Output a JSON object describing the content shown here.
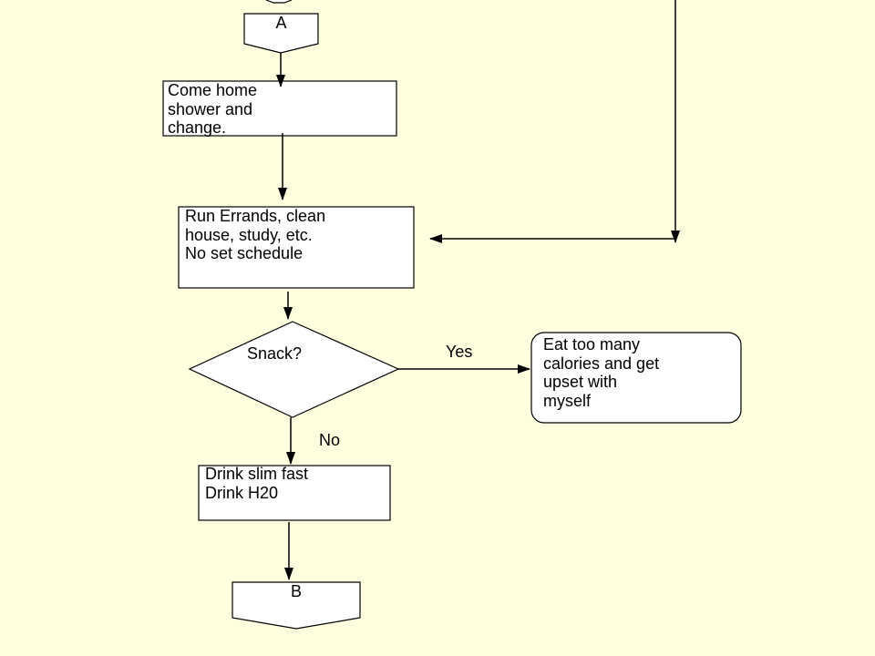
{
  "colors": {
    "background": "#ffffe0",
    "shape_fill": "#ffffff",
    "stroke": "#000000"
  },
  "connectors": {
    "a": "A",
    "b": "B"
  },
  "nodes": {
    "come_home": {
      "lines": [
        "Come home",
        "shower and",
        "change."
      ]
    },
    "run_errands": {
      "lines": [
        "Run Errands, clean",
        "house, study, etc.",
        "No set schedule"
      ]
    },
    "snack": {
      "label": "Snack?"
    },
    "eat_too_many": {
      "lines": [
        "Eat too many",
        "calories and get",
        "upset with",
        "myself"
      ]
    },
    "slim_fast": {
      "lines": [
        "Drink slim fast",
        "Drink H20"
      ]
    }
  },
  "edges": {
    "yes": "Yes",
    "no": "No"
  }
}
